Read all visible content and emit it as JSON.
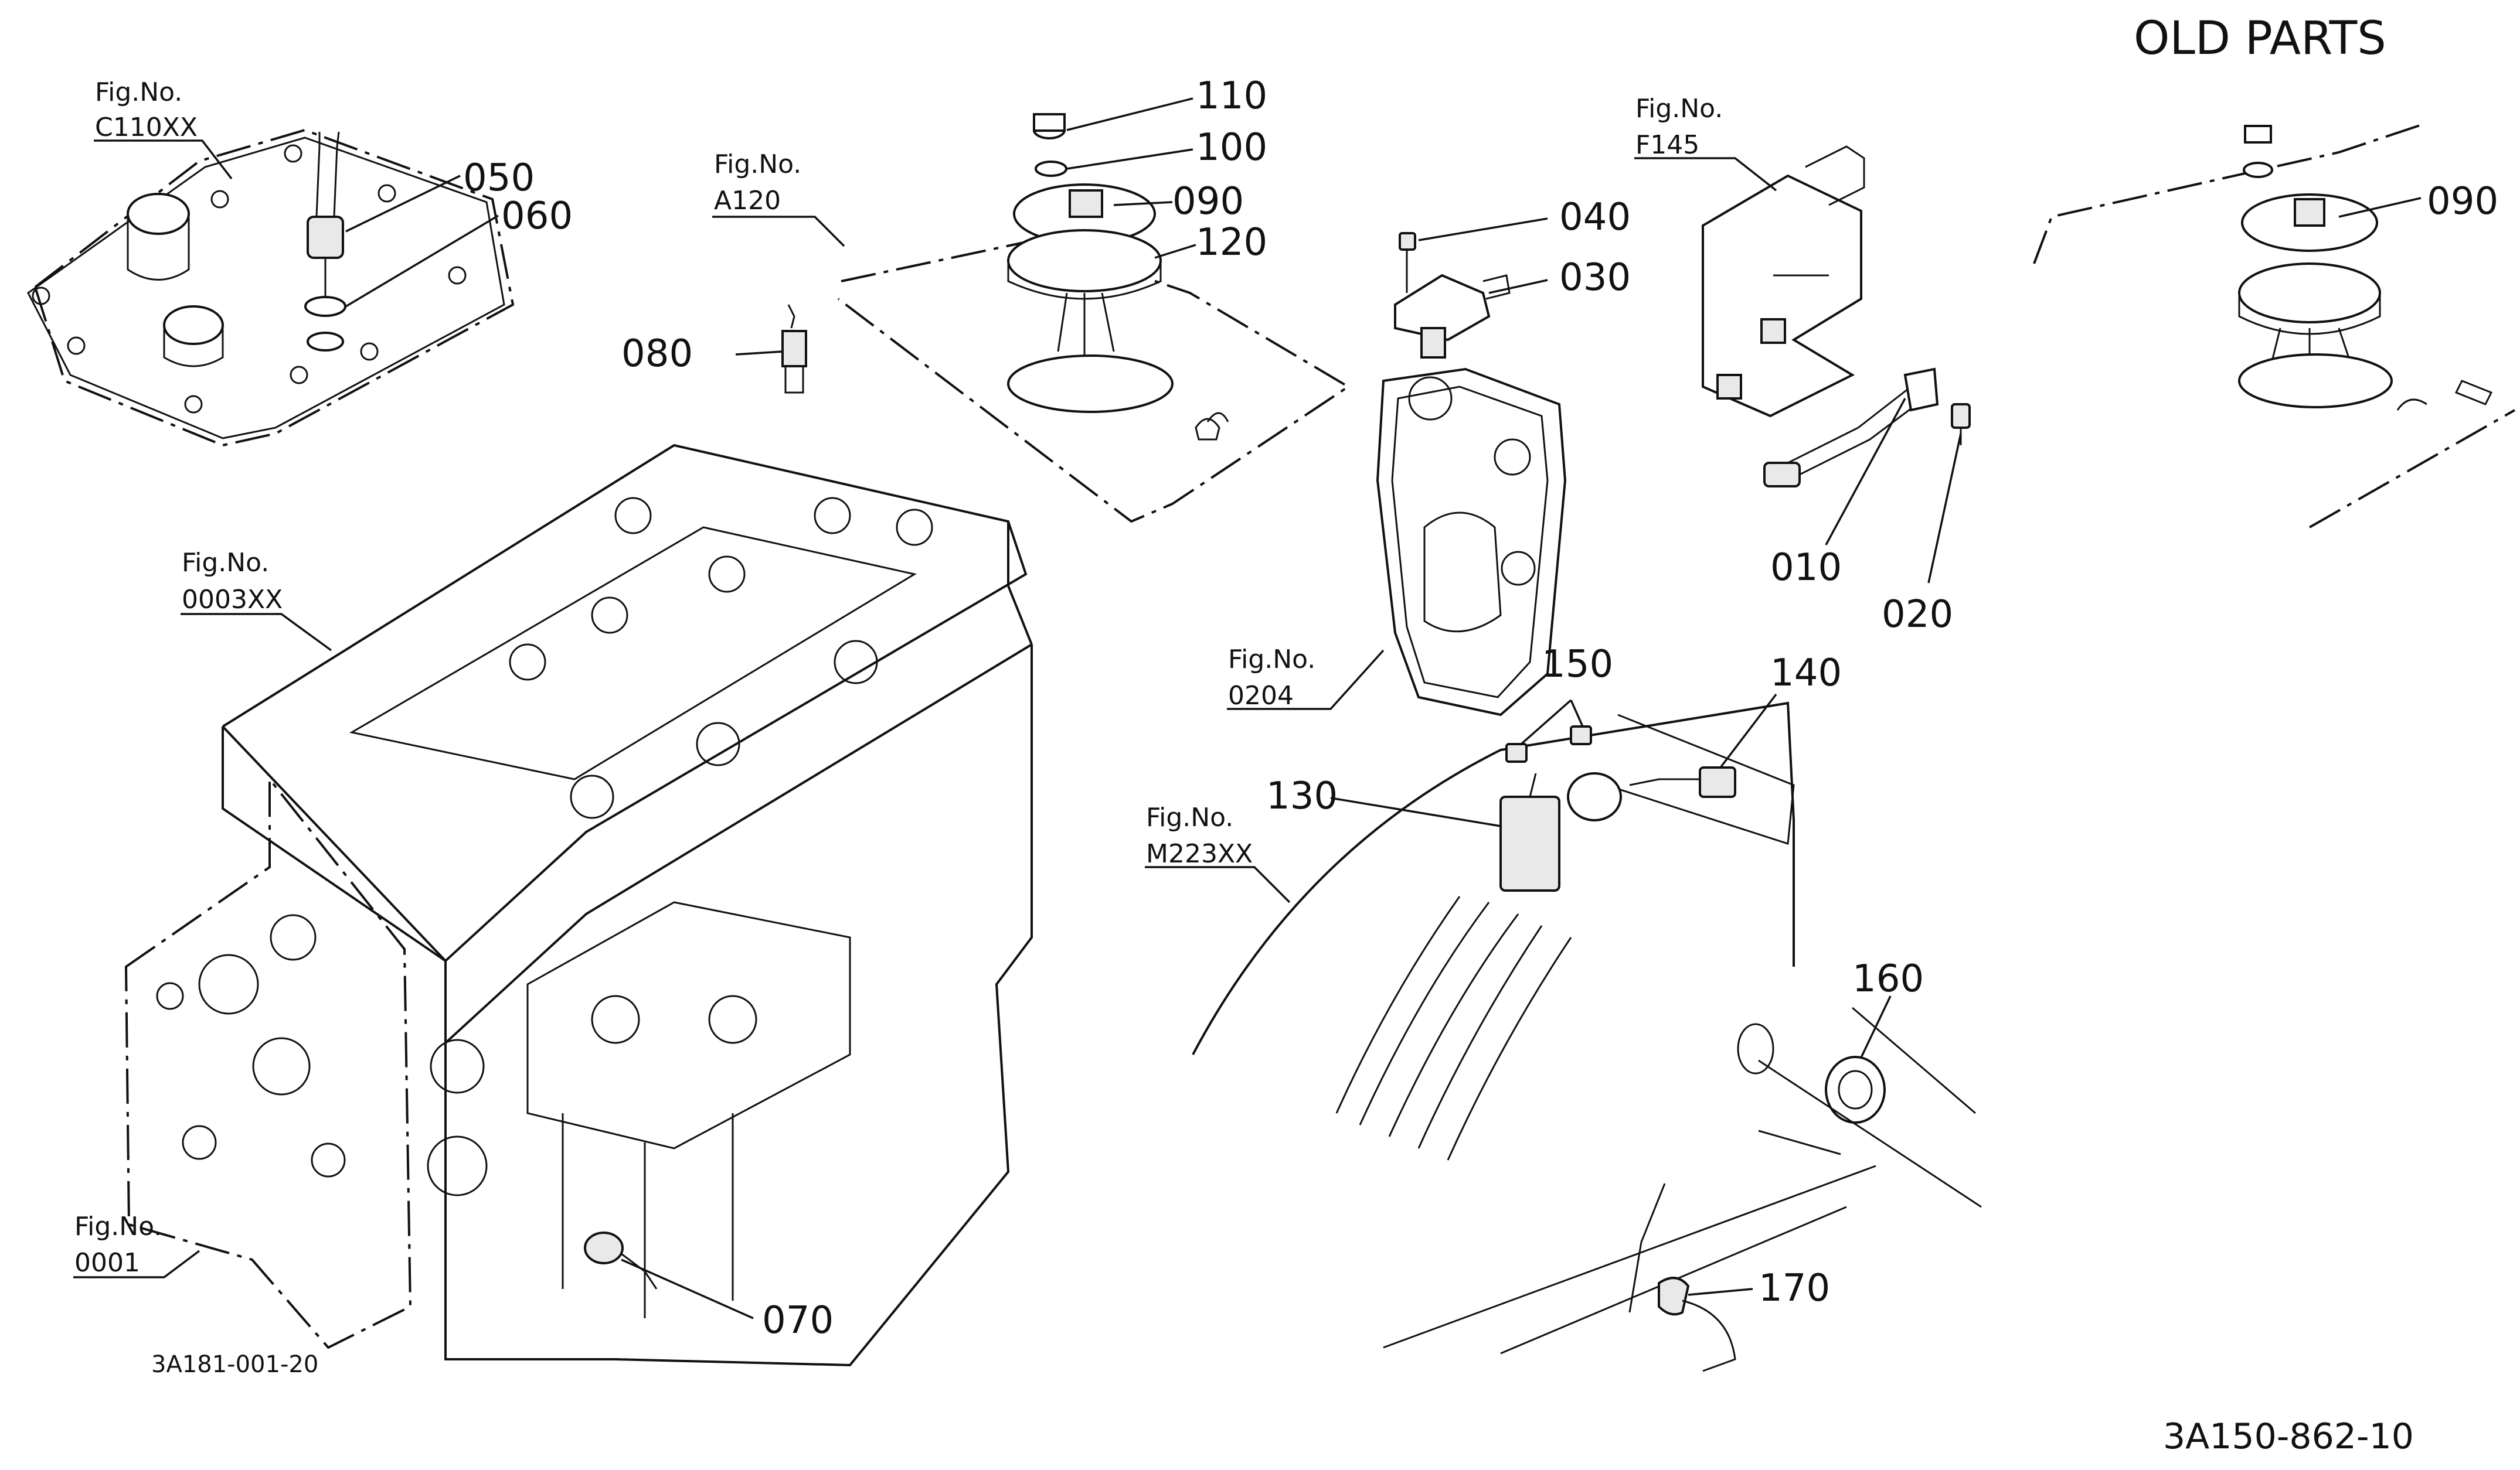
{
  "header": {
    "title": "OLD PARTS",
    "drawing_code": "3A150-862-10",
    "sub_code": "3A181-001-20"
  },
  "part_numbers": {
    "p010": "010",
    "p020": "020",
    "p030": "030",
    "p040": "040",
    "p050": "050",
    "p060": "060",
    "p070": "070",
    "p080": "080",
    "p090a": "090",
    "p090b": "090",
    "p100": "100",
    "p110": "110",
    "p120": "120",
    "p130": "130",
    "p140": "140",
    "p150": "150",
    "p160": "160",
    "p170": "170"
  },
  "figure_refs": {
    "c110xx": {
      "label": "Fig.No.",
      "code": "C110XX"
    },
    "a120": {
      "label": "Fig.No.",
      "code": "A120"
    },
    "f145": {
      "label": "Fig.No.",
      "code": "F145"
    },
    "f0003xx": {
      "label": "Fig.No.",
      "code": "0003XX"
    },
    "f0204": {
      "label": "Fig.No.",
      "code": "0204"
    },
    "m223xx": {
      "label": "Fig.No.",
      "code": "M223XX"
    },
    "f0001": {
      "label": "Fig.No.",
      "code": "0001"
    }
  }
}
